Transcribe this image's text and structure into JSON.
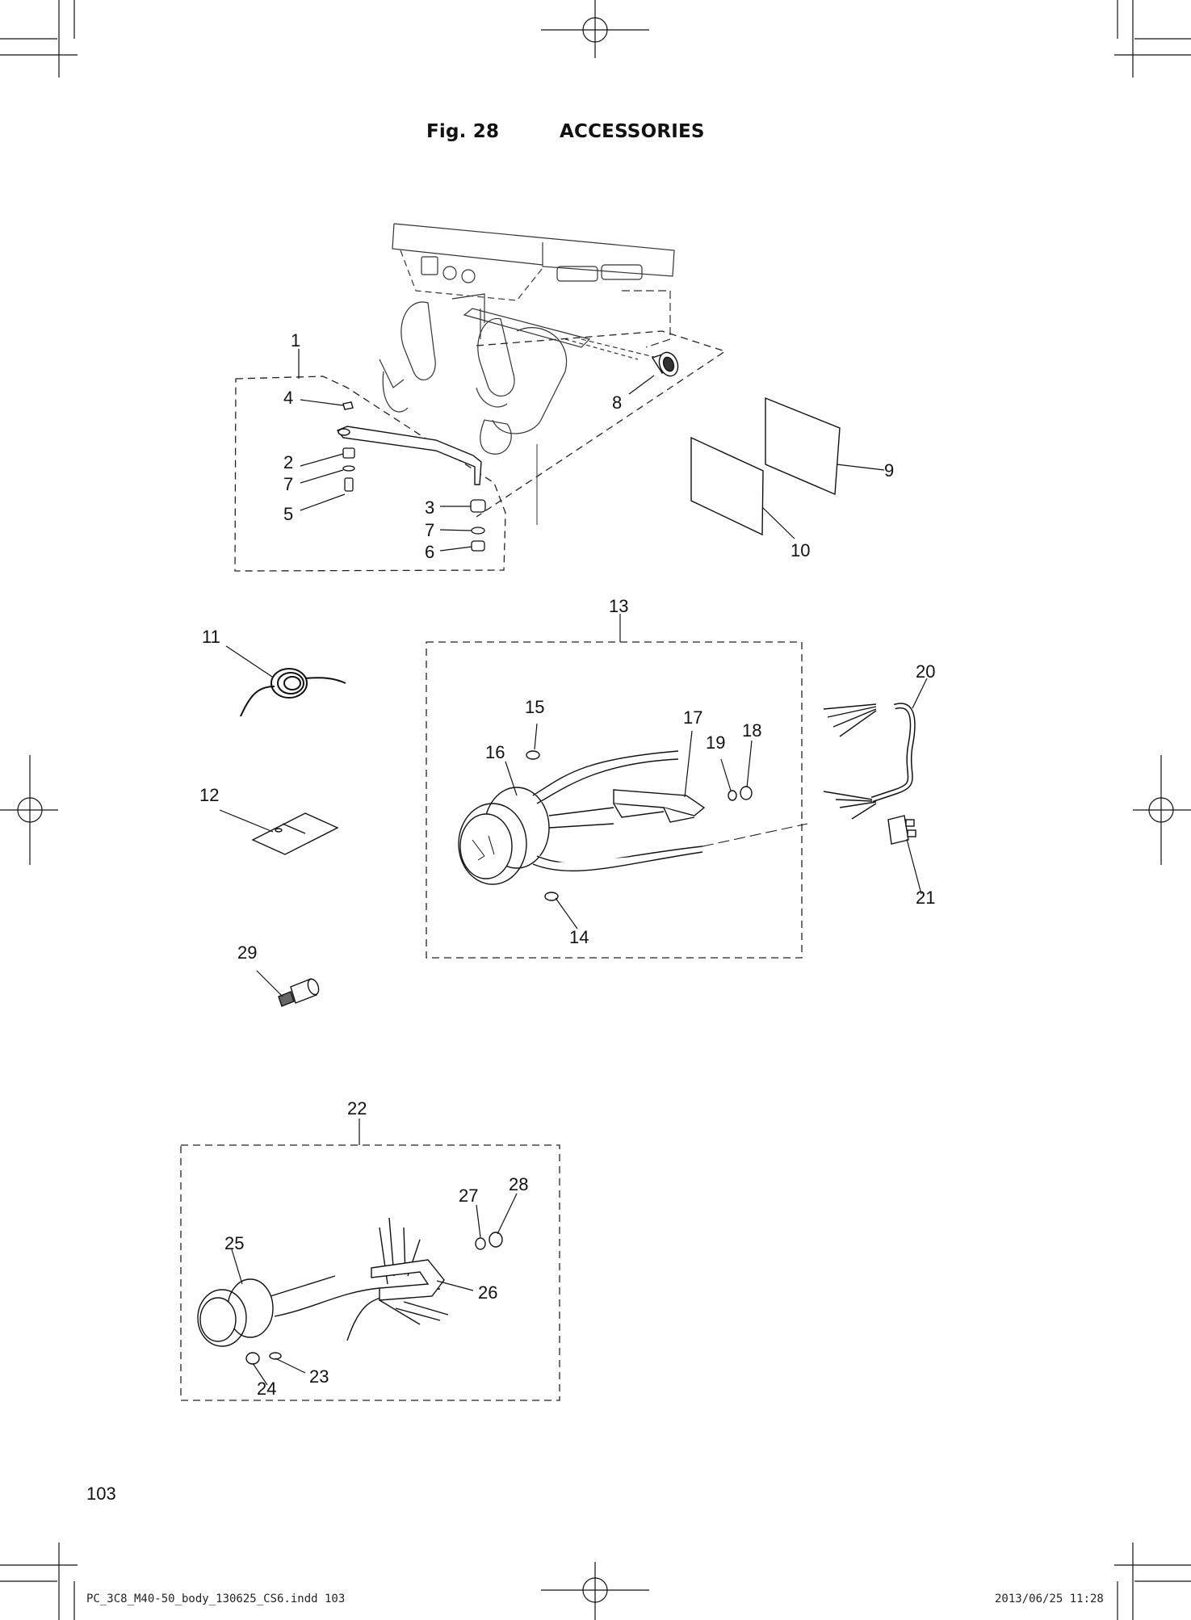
{
  "figure": {
    "label": "Fig. 28",
    "title": "ACCESSORIES"
  },
  "callouts": [
    "1",
    "2",
    "3",
    "4",
    "5",
    "6",
    "7",
    "7",
    "8",
    "9",
    "10",
    "11",
    "12",
    "13",
    "14",
    "15",
    "16",
    "17",
    "18",
    "19",
    "20",
    "21",
    "22",
    "23",
    "24",
    "25",
    "26",
    "27",
    "28",
    "29"
  ],
  "page_number": "103",
  "slug": {
    "file": "PC_3C8_M40-50_body_130625_CS6.indd   103",
    "timestamp": "2013/06/25   11:28"
  }
}
